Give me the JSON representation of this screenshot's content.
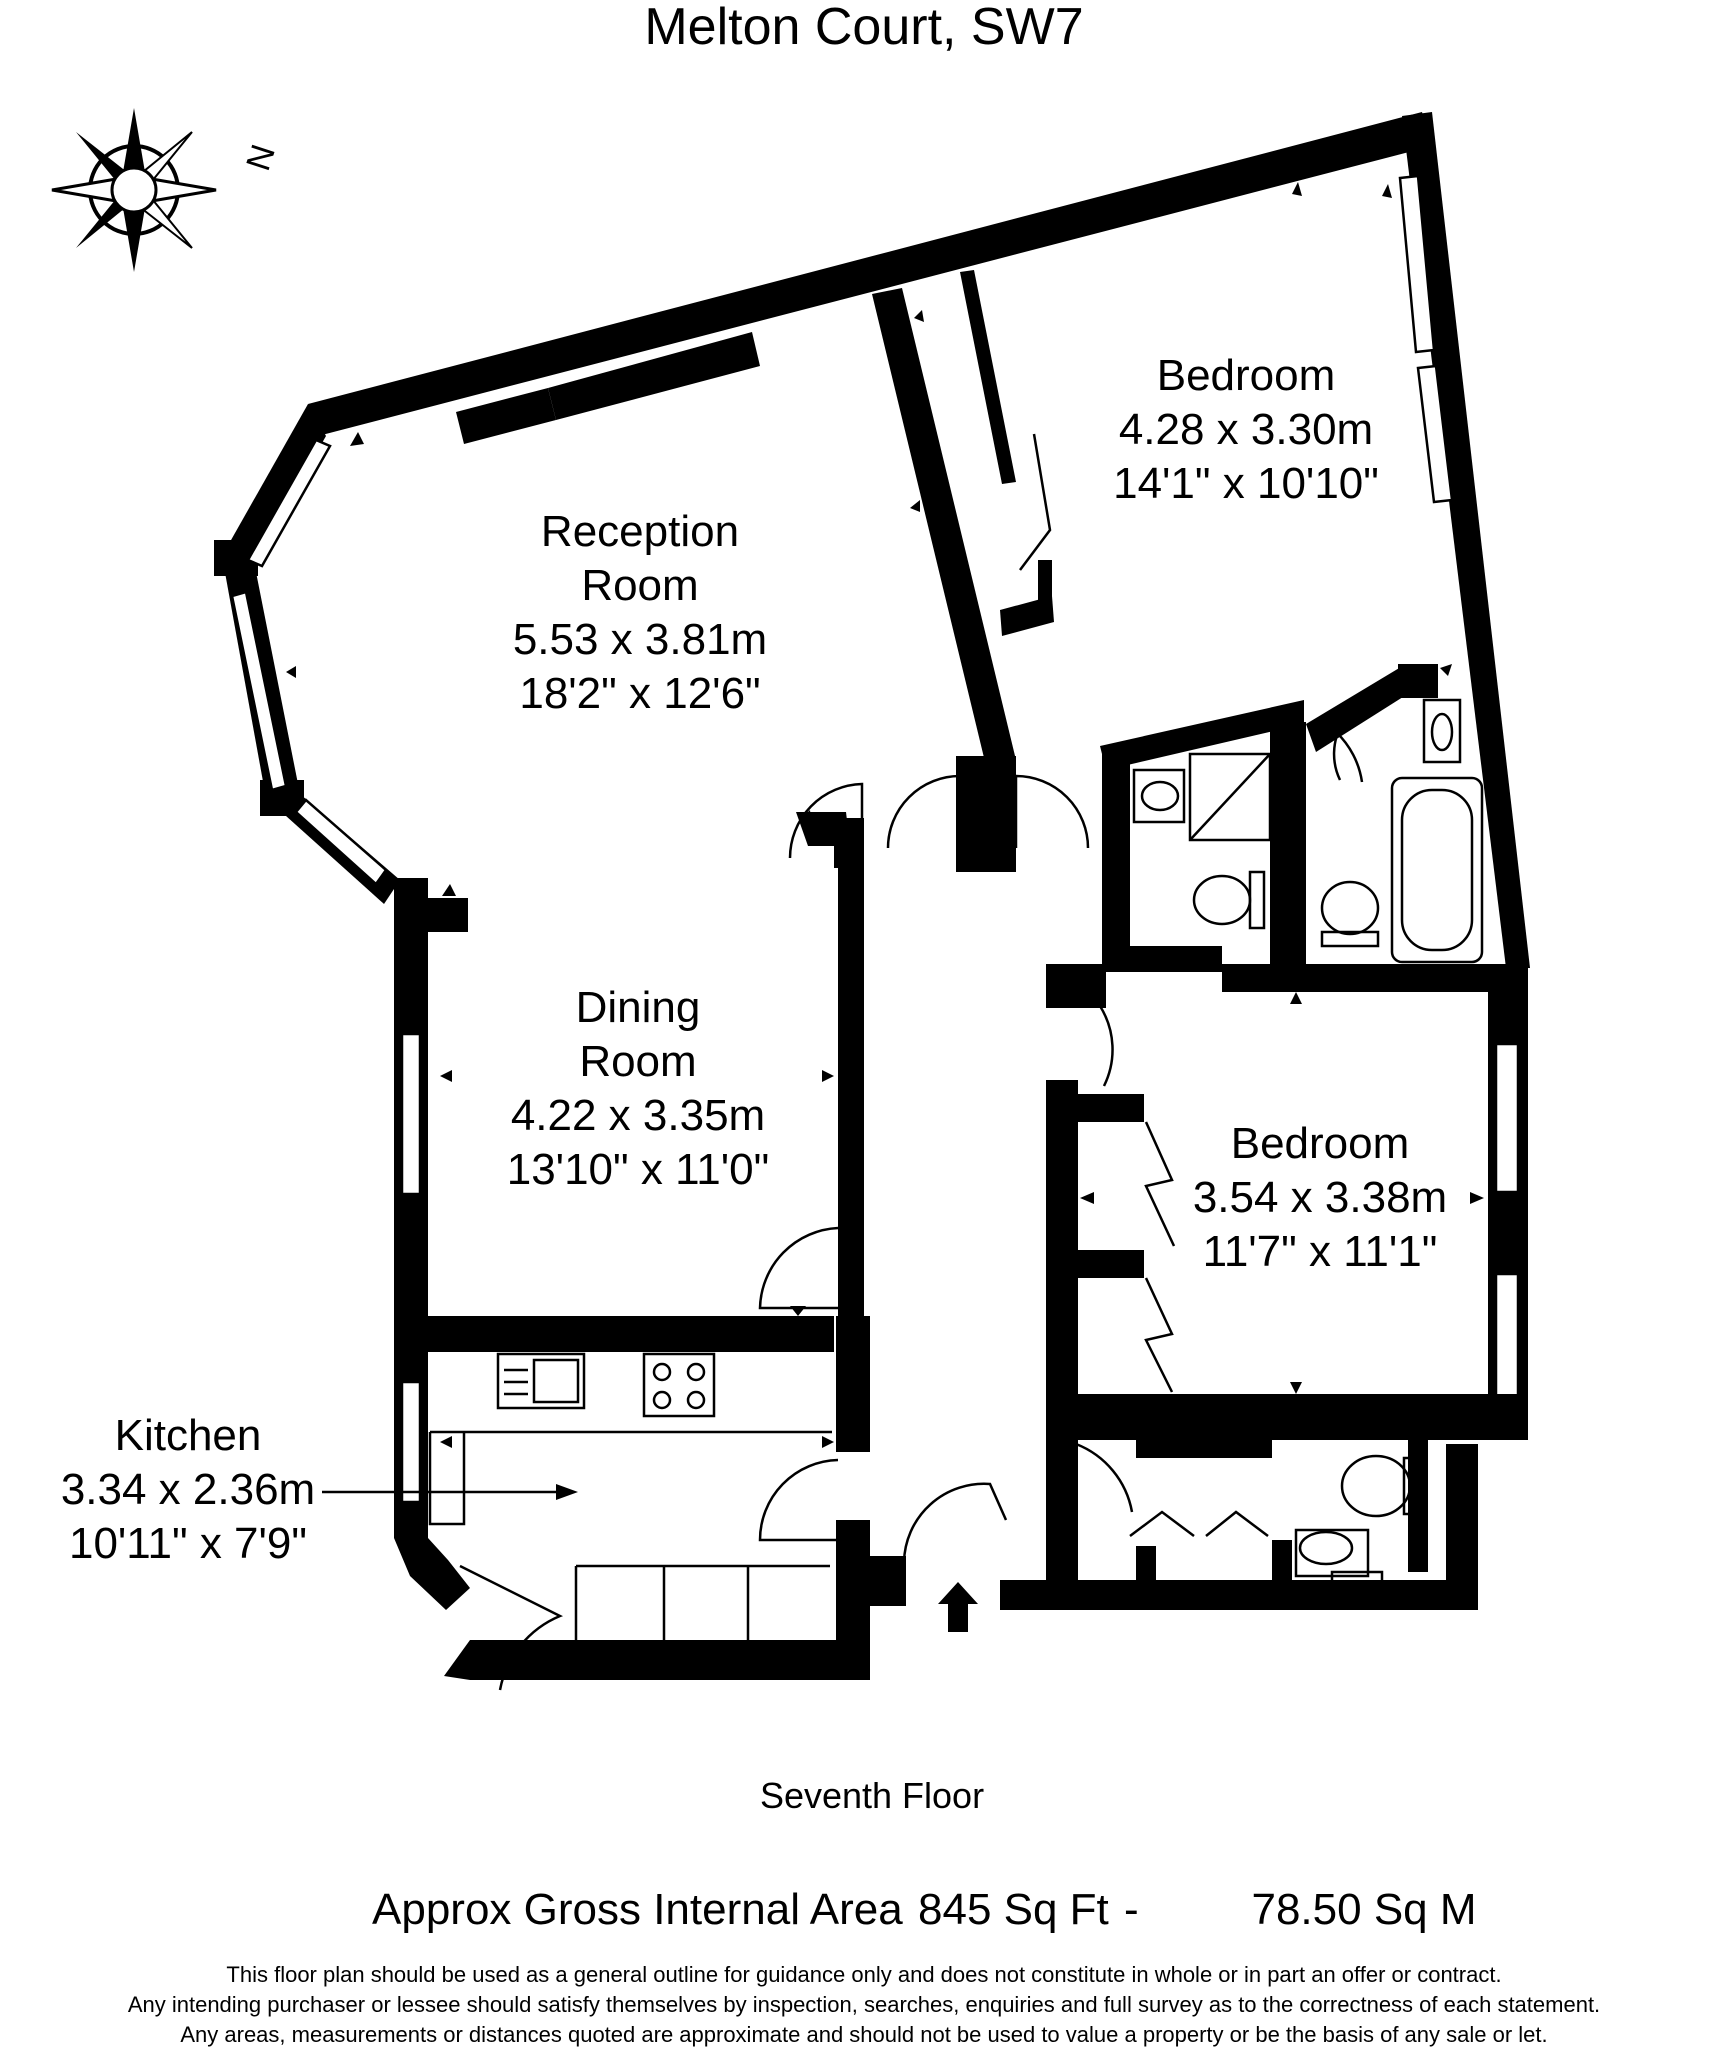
{
  "title": "Melton Court, SW7",
  "compass": {
    "icon": "compass-rose-icon",
    "north_label": "N"
  },
  "rooms": [
    {
      "name_lines": [
        "Reception",
        "Room"
      ],
      "metric": "5.53 x 3.81m",
      "imperial": "18'2\" x 12'6\""
    },
    {
      "name_lines": [
        "Bedroom"
      ],
      "metric": "4.28 x 3.30m",
      "imperial": "14'1\" x 10'10\""
    },
    {
      "name_lines": [
        "Dining",
        "Room"
      ],
      "metric": "4.22 x 3.35m",
      "imperial": "13'10\" x 11'0\""
    },
    {
      "name_lines": [
        "Bedroom"
      ],
      "metric": "3.54 x 3.38m",
      "imperial": "11'7\" x 11'1\""
    },
    {
      "name_lines": [
        "Kitchen"
      ],
      "metric": "3.34 x 2.36m",
      "imperial": "10'11\" x 7'9\""
    }
  ],
  "floor_label": "Seventh Floor",
  "area": {
    "label": "Approx Gross Internal Area",
    "sqft": "845 Sq Ft",
    "separator": "-",
    "sqm": "78.50 Sq M"
  },
  "disclaimer": [
    "This floor plan should be used as a general outline for guidance only and does not constitute in whole or in part an offer or contract.",
    "Any intending purchaser or lessee should satisfy themselves by inspection, searches, enquiries and full survey as to the correctness of each statement.",
    "Any areas, measurements or distances quoted are approximate and should not be used to value a property or be the basis of any sale or let."
  ]
}
